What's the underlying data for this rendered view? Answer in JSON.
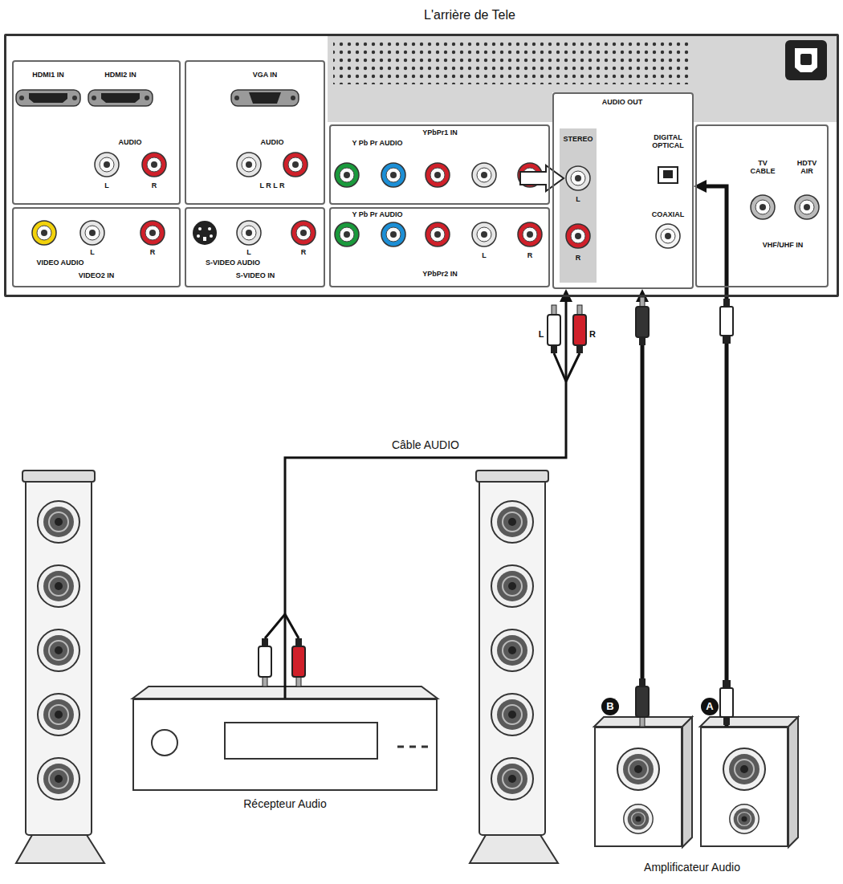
{
  "diagram": {
    "nodes": [
      {
        "text": [
          "L'arrière de Tele"
        ]
      },
      {
        "text": [
          "HDMI1 IN",
          "HDMI2 IN",
          "AUDIO",
          "L",
          "R"
        ],
        "in": 0
      },
      {
        "text": [
          "VGA IN",
          "AUDIO",
          "L R L R"
        ],
        "in": 0
      },
      {
        "text": [
          "YPbPr1 IN",
          "Y Pb Pr AUDIO"
        ],
        "in": 0
      },
      {
        "text": [
          "AUDIO OUT",
          "STEREO",
          "L",
          "R",
          "DIGITAL OPTICAL",
          "COAXIAL"
        ],
        "in": 0
      },
      {
        "text": [
          "TV CABLE",
          "HDTV AIR",
          "VHF/UHF IN"
        ],
        "in": 0
      },
      {
        "text": [
          "VIDEO AUDIO",
          "L",
          "R",
          "VIDEO2 IN"
        ],
        "in": 0
      },
      {
        "text": [
          "S-VIDEO AUDIO",
          "L",
          "R",
          "S-VIDEO IN"
        ],
        "in": 0
      },
      {
        "text": [
          "Y Pb Pr AUDIO",
          "L",
          "R",
          "YPbPr2 IN"
        ],
        "in": 0
      },
      {
        "text": [
          "Récepteur Audio"
        ]
      },
      {
        "text": [
          "B"
        ]
      },
      {
        "text": [
          "A"
        ]
      }
    ],
    "edges": [
      {
        "from": 9,
        "to": 4,
        "label": "Câble AUDIO",
        "arrow": "to"
      },
      {
        "from": 10,
        "to": 4,
        "arrow": "to"
      },
      {
        "from": 11,
        "to": 4,
        "arrow": "to"
      }
    ],
    "labels": [
      "L",
      "R",
      "Amplificateur Audio"
    ]
  }
}
